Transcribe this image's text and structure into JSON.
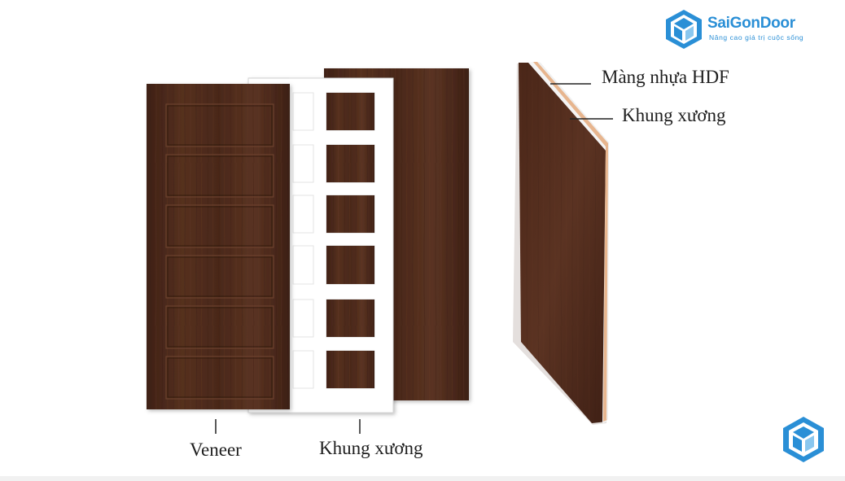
{
  "brand": {
    "name": "SaiGonDoor",
    "tagline": "Nâng cao giá trị cuộc sống",
    "color": "#2a8fd6"
  },
  "labels": {
    "veneer": "Veneer",
    "frame_bottom": "Khung xương",
    "hdf_layer": "Màng nhựa HDF",
    "frame_side": "Khung xương"
  },
  "colors": {
    "wood": "#4e2a1c",
    "wood_dark": "#3a1d12",
    "frame": "#ffffff",
    "edge_orange": "#e7b58e",
    "edge_white": "#f4f4f4",
    "leader": "#222222"
  }
}
